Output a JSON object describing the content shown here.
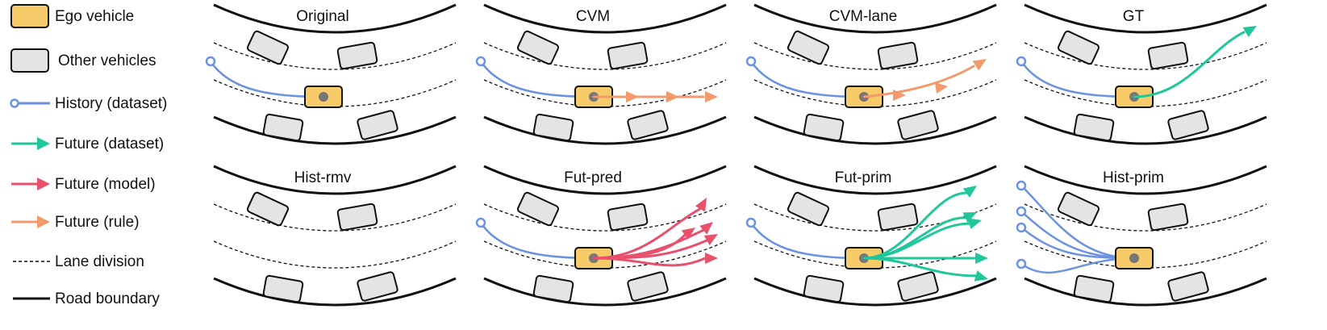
{
  "legend": [
    {
      "key": "ego",
      "label": "Ego vehicle",
      "color": "#f7cb6a"
    },
    {
      "key": "other",
      "label": "Other vehicles",
      "color": "#e4e4e4"
    },
    {
      "key": "history",
      "label": "History (dataset)",
      "color": "#6b93e0"
    },
    {
      "key": "future_dataset",
      "label": "Future (dataset)",
      "color": "#1fc79a"
    },
    {
      "key": "future_model",
      "label": "Future (model)",
      "color": "#e8506c"
    },
    {
      "key": "future_rule",
      "label": "Future (rule)",
      "color": "#f29a6c"
    },
    {
      "key": "lane",
      "label": "Lane division"
    },
    {
      "key": "boundary",
      "label": "Road boundary"
    }
  ],
  "panels": [
    {
      "title": "Original",
      "history": "single",
      "future": "none"
    },
    {
      "title": "CVM",
      "history": "single",
      "future": "rule-straight"
    },
    {
      "title": "CVM-lane",
      "history": "single",
      "future": "rule-lane"
    },
    {
      "title": "GT",
      "history": "single",
      "future": "dataset-single"
    },
    {
      "title": "Hist-rmv",
      "history": "none",
      "future": "none"
    },
    {
      "title": "Fut-pred",
      "history": "single",
      "future": "model-multi"
    },
    {
      "title": "Fut-prim",
      "history": "single",
      "future": "dataset-multi"
    },
    {
      "title": "Hist-prim",
      "history": "multi",
      "future": "none"
    }
  ]
}
